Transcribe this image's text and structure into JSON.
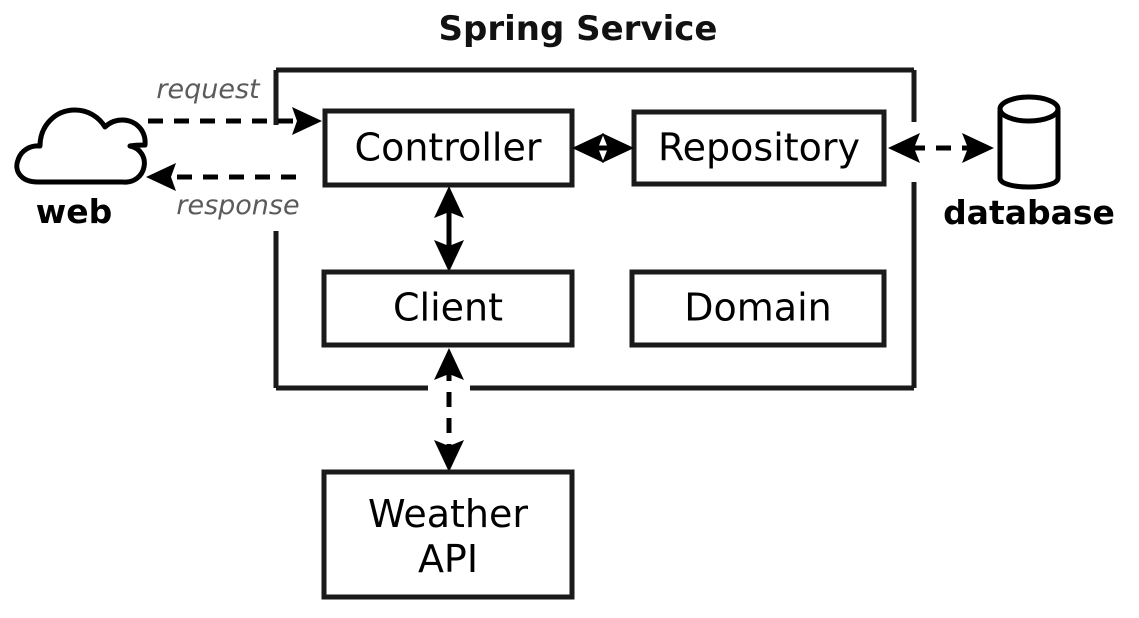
{
  "diagram": {
    "title": "Spring Service",
    "type": "architecture-diagram",
    "boundary_label": "Spring Service",
    "nodes": [
      {
        "id": "controller",
        "label": "Controller",
        "shape": "rectangle",
        "inside_boundary": true
      },
      {
        "id": "repository",
        "label": "Repository",
        "shape": "rectangle",
        "inside_boundary": true
      },
      {
        "id": "client",
        "label": "Client",
        "shape": "rectangle",
        "inside_boundary": true
      },
      {
        "id": "domain",
        "label": "Domain",
        "shape": "rectangle",
        "inside_boundary": true
      },
      {
        "id": "weather-api",
        "label_line1": "Weather",
        "label_line2": "API",
        "shape": "rectangle",
        "inside_boundary": false
      },
      {
        "id": "web",
        "label": "web",
        "shape": "cloud",
        "inside_boundary": false
      },
      {
        "id": "database",
        "label": "database",
        "shape": "cylinder",
        "inside_boundary": false
      }
    ],
    "edges": [
      {
        "id": "web-to-controller",
        "from": "web",
        "to": "controller",
        "label": "request",
        "style": "dashed",
        "direction": "one-way"
      },
      {
        "id": "controller-to-web",
        "from": "controller",
        "to": "web",
        "label": "response",
        "style": "dashed",
        "direction": "one-way"
      },
      {
        "id": "controller-repository",
        "from": "controller",
        "to": "repository",
        "label": "",
        "style": "solid",
        "direction": "two-way"
      },
      {
        "id": "repository-database",
        "from": "repository",
        "to": "database",
        "label": "",
        "style": "dashed",
        "direction": "two-way"
      },
      {
        "id": "controller-client",
        "from": "controller",
        "to": "client",
        "label": "",
        "style": "solid",
        "direction": "two-way"
      },
      {
        "id": "client-weather-api",
        "from": "client",
        "to": "weather-api",
        "label": "",
        "style": "dashed",
        "direction": "two-way"
      }
    ],
    "colors": {
      "background": "#ffffff",
      "stroke": "#1a1a1a",
      "text": "#000000",
      "edge_label_text": "#5b5b5b"
    }
  }
}
